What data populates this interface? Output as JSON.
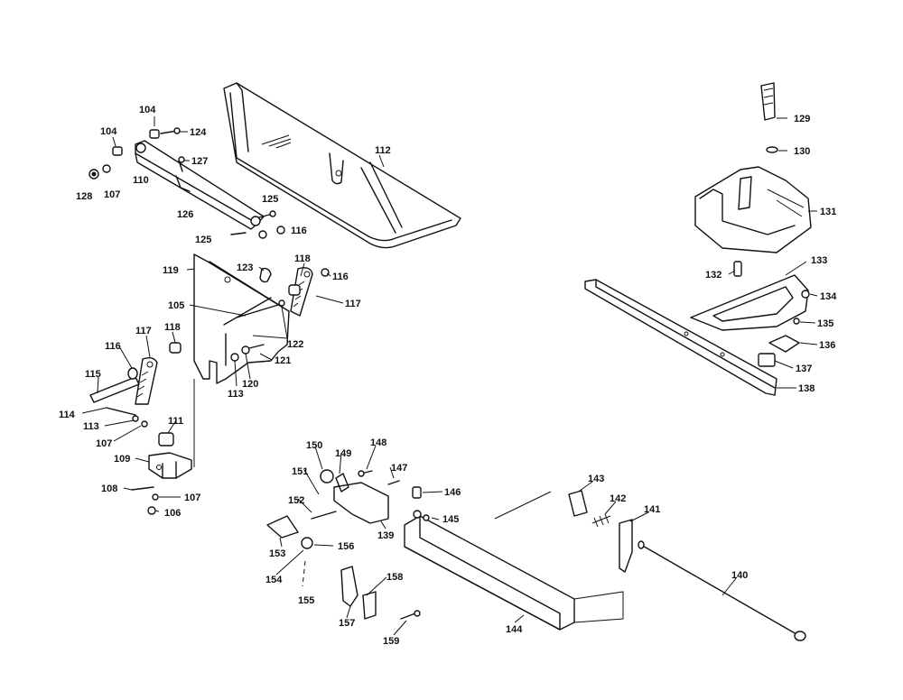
{
  "labels": {
    "p104a": "104",
    "p104b": "104",
    "p124": "124",
    "p127": "127",
    "p128": "128",
    "p107a": "107",
    "p110": "110",
    "p126": "126",
    "p125a": "125",
    "p125b": "125",
    "p116a": "116",
    "p112": "112",
    "p129": "129",
    "p130": "130",
    "p131": "131",
    "p132": "132",
    "p133": "133",
    "p134": "134",
    "p135": "135",
    "p136": "136",
    "p137": "137",
    "p138": "138",
    "p119": "119",
    "p123": "123",
    "p118a": "118",
    "p116b": "116",
    "p117a": "117",
    "p105": "105",
    "p122": "122",
    "p121": "121",
    "p117b": "117",
    "p118b": "118",
    "p116c": "116",
    "p115": "115",
    "p120": "120",
    "p113a": "113",
    "p114": "114",
    "p113b": "113",
    "p107b": "107",
    "p111": "111",
    "p109": "109",
    "p108": "108",
    "p107c": "107",
    "p106": "106",
    "p150": "150",
    "p149": "149",
    "p148": "148",
    "p147": "147",
    "p151": "151",
    "p152": "152",
    "p146": "146",
    "p145": "145",
    "p139": "139",
    "p153": "153",
    "p156": "156",
    "p154": "154",
    "p155": "155",
    "p158": "158",
    "p157": "157",
    "p159": "159",
    "p144": "144",
    "p143": "143",
    "p142": "142",
    "p141": "141",
    "p140": "140"
  }
}
